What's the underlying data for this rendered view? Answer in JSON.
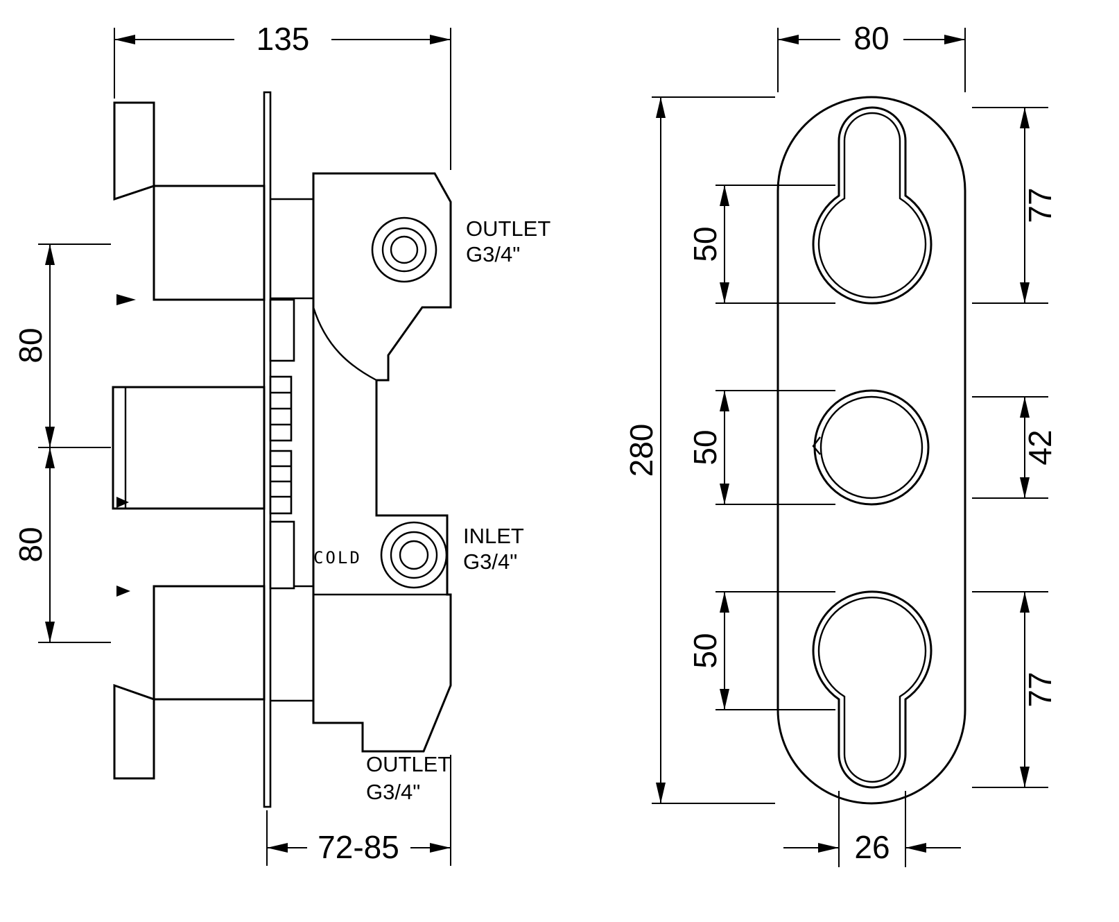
{
  "drawing": {
    "background": "#ffffff",
    "line_color": "#000000",
    "side_view": {
      "dims": {
        "width": "135",
        "spacing_top": "80",
        "spacing_bottom": "80",
        "depth": "72-85"
      },
      "labels": {
        "outlet_top": [
          "OUTLET",
          "G3/4\""
        ],
        "inlet": [
          "INLET",
          "G3/4\""
        ],
        "outlet_bottom": [
          "OUTLET",
          "G3/4\""
        ],
        "cold": "COLD"
      }
    },
    "front_view": {
      "dims": {
        "width": "80",
        "height": "280",
        "top_control_height": "77",
        "middle_control_height": "42",
        "bottom_control_height": "77",
        "top_circle": "50",
        "middle_circle": "50",
        "bottom_circle": "50",
        "stem_width": "26"
      }
    }
  }
}
